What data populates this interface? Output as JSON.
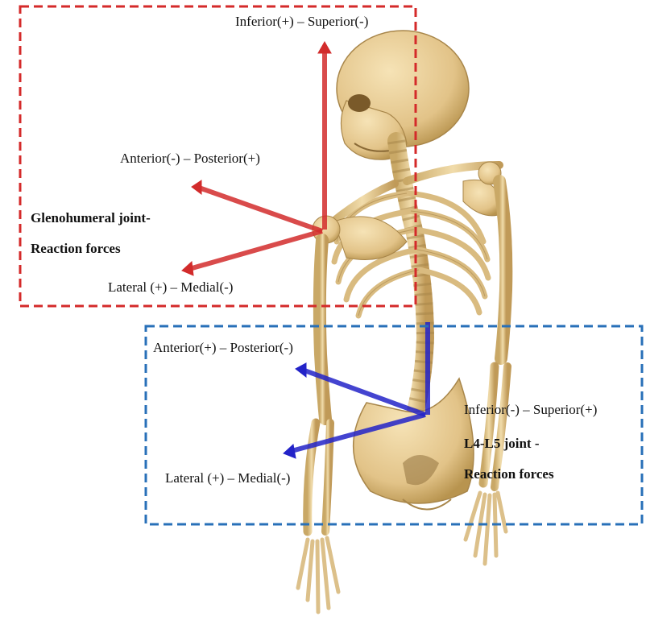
{
  "glenohumeral": {
    "axis_vertical": "Inferior(+) – Superior(-)",
    "axis_ap": "Anterior(-) – Posterior(+)",
    "axis_lm": "Lateral (+) – Medial(-)",
    "title_line1": "Glenohumeral joint-",
    "title_line2": "Reaction forces",
    "color": "#d22b2b"
  },
  "l4l5": {
    "axis_ap": "Anterior(+) – Posterior(-)",
    "axis_vertical": "Inferior(-) – Superior(+)",
    "axis_lm": "Lateral (+) – Medial(-)",
    "title_line1": "L4-L5 joint -",
    "title_line2": "Reaction forces",
    "color": "#2323c8"
  },
  "colors": {
    "bone": "#e7cd96",
    "bone_shadow": "#b8944f",
    "red_box": "#d42a2a",
    "blue_box": "#2870b8"
  }
}
